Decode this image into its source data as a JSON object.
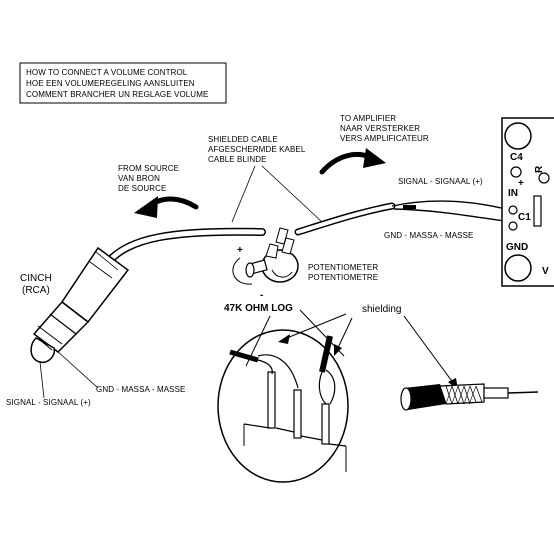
{
  "title_box": {
    "lines": [
      "HOW TO CONNECT A VOLUME CONTROL",
      "HOE EEN VOLUMEREGELING AANSLUITEN",
      "COMMENT BRANCHER UN REGLAGE VOLUME"
    ]
  },
  "labels": {
    "to_amplifier": [
      "TO AMPLIFIER",
      "NAAR VERSTERKER",
      "VERS AMPLIFICATEUR"
    ],
    "shielded_cable": [
      "SHIELDED CABLE",
      "AFGESCHERMDE KABEL",
      "CABLE BLINDE"
    ],
    "from_source": [
      "FROM SOURCE",
      "VAN BRON",
      "DE SOURCE"
    ],
    "signal_right": "SIGNAL - SIGNAAL (+)",
    "gnd_right": "GND - MASSA - MASSE",
    "potentiometer": [
      "POTENTIOMETER",
      "POTENTIOMETRE"
    ],
    "plus": "+",
    "minus": "-",
    "pot_value": "47K OHM LOG",
    "cinch": [
      "CINCH",
      "(RCA)"
    ],
    "gnd_left": "GND - MASSA - MASSE",
    "signal_left": "SIGNAL - SIGNAAL (+)",
    "shielding": "shielding"
  },
  "board": {
    "c4": "C4",
    "in": "IN",
    "c1": "C1",
    "gnd": "GND",
    "r_partial": "R",
    "v_partial": "V"
  }
}
